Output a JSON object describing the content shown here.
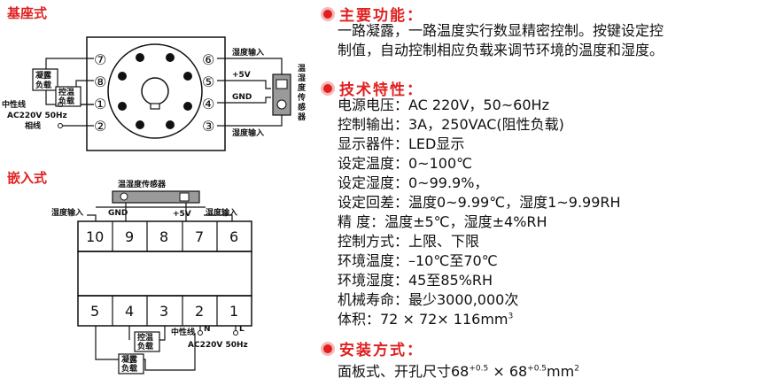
{
  "base": {
    "title": "基座式",
    "pins": [
      "⑦",
      "⑧",
      "①",
      "②",
      "⑥",
      "⑤",
      "④",
      "③"
    ],
    "left_labels": {
      "condense_load": [
        "凝露",
        "负载"
      ],
      "temp_load": [
        "控温",
        "负载"
      ],
      "neutral": "中性线",
      "ac": "AC220V 50Hz",
      "phase": "相线"
    },
    "right_labels": {
      "hum_in_top": "湿度输入",
      "plus5v": "+5V",
      "gnd": "GND",
      "hum_in_bottom": "湿度输入"
    },
    "sensor": [
      "温",
      "湿",
      "度",
      "传",
      "感",
      "器"
    ]
  },
  "embed": {
    "title": "嵌入式",
    "sensor_label": "温湿度传感器",
    "hum_in_left": "湿度输入",
    "hum_in_right": "湿度输入",
    "gnd": "GND",
    "plus5v": "+5V",
    "top_pins": [
      "10",
      "9",
      "8",
      "7",
      "6"
    ],
    "bottom_pins": [
      "5",
      "4",
      "3",
      "2",
      "1"
    ],
    "neutral": "中性线",
    "n": "N",
    "l": "L",
    "ac": "AC220V 50Hz",
    "temp_load": [
      "控温",
      "负载"
    ],
    "condense_load": [
      "凝露",
      "负载"
    ]
  },
  "features": {
    "title": "主要功能：",
    "lines": [
      "一路凝露，一路温度实行数显精密控制。按键设定控",
      "制值，自动控制相应负载来调节环境的温度和湿度。"
    ]
  },
  "specs": {
    "title": "技术特性：",
    "rows": [
      "电源电压：AC 220V，50~60Hz",
      "控制输出：3A，250VAC(阻性负载)",
      "显示器件：LED显示",
      "设定温度：0~100℃",
      "设定湿度：0~99.9%，",
      "设定回差：温度0~9.99℃，湿度1~9.99RH",
      "精      度：温度±5℃，湿度±4%RH",
      "控制方式：上限、下限",
      "环境温度：–10℃至70℃",
      "环境湿度：45至85%RH",
      "机械寿命：最少3000,000次"
    ],
    "volume_label": "体积：72 × 72× 116mm",
    "volume_sup": "3"
  },
  "install": {
    "title": "安装方式：",
    "text_a": "面板式、开孔尺寸68",
    "sup_a": "+0.5",
    "text_b": " × 68",
    "sup_b": "+0.5",
    "text_c": "mm",
    "sup_c": "2"
  },
  "colors": {
    "accent": "#e02020",
    "bullet_ring": "#f6b7b7"
  }
}
